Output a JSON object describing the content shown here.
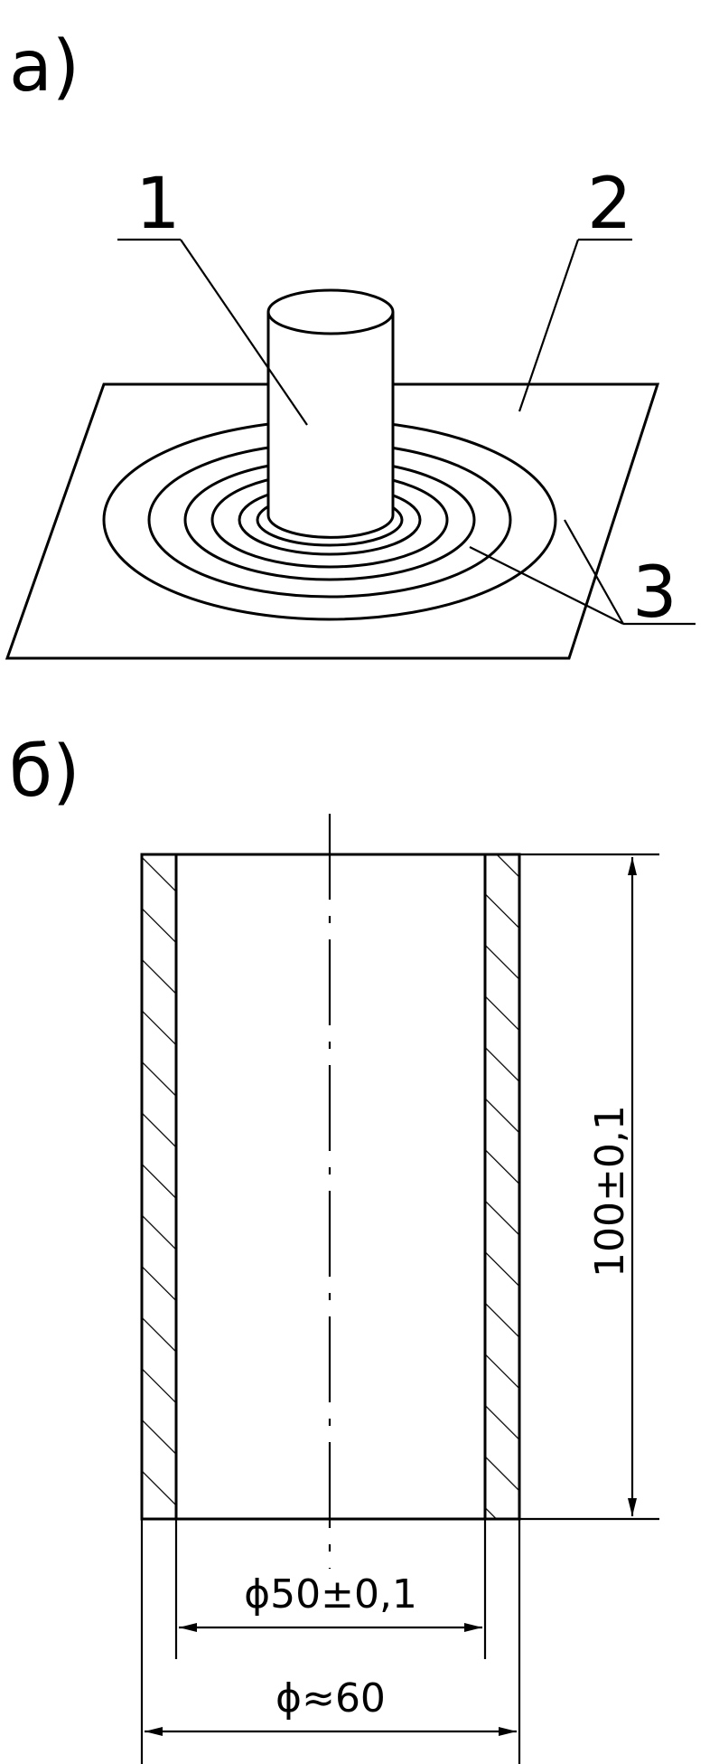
{
  "figure_a": {
    "caption": "а)",
    "callouts": [
      "1",
      "2",
      "3"
    ]
  },
  "figure_b": {
    "caption": "б)",
    "height_dimension": "100±0,1",
    "inner_diameter": "ϕ50±0,1",
    "outer_diameter": "ϕ≈60"
  },
  "colors": {
    "ink": "#000000",
    "paper": "#ffffff"
  }
}
